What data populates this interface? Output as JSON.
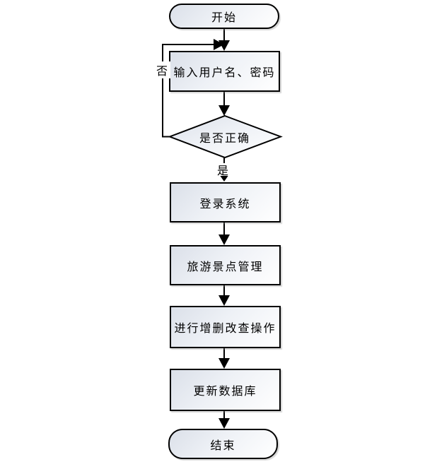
{
  "flowchart": {
    "nodes": {
      "start": {
        "label": "开始",
        "type": "terminator"
      },
      "input_credentials": {
        "label": "输入用户名、密码",
        "type": "process"
      },
      "check_correct": {
        "label": "是否正确",
        "type": "decision"
      },
      "login_system": {
        "label": "登录系统",
        "type": "process"
      },
      "attraction_management": {
        "label": "旅游景点管理",
        "type": "process"
      },
      "crud_operations": {
        "label": "进行增删改查操作",
        "type": "process"
      },
      "update_database": {
        "label": "更新数据库",
        "type": "process"
      },
      "end": {
        "label": "结束",
        "type": "terminator"
      }
    },
    "edge_labels": {
      "yes": "是",
      "no": "否"
    },
    "edges": [
      {
        "from": "start",
        "to": "input_credentials",
        "label": ""
      },
      {
        "from": "input_credentials",
        "to": "check_correct",
        "label": ""
      },
      {
        "from": "check_correct",
        "to": "input_credentials",
        "label": "否"
      },
      {
        "from": "check_correct",
        "to": "login_system",
        "label": "是"
      },
      {
        "from": "login_system",
        "to": "attraction_management",
        "label": ""
      },
      {
        "from": "attraction_management",
        "to": "crud_operations",
        "label": ""
      },
      {
        "from": "crud_operations",
        "to": "update_database",
        "label": ""
      },
      {
        "from": "update_database",
        "to": "end",
        "label": ""
      }
    ],
    "colors": {
      "stroke": "#000000",
      "text": "#000000",
      "shape_fill_dark": "#dbe0e9",
      "shape_fill_light": "#ffffff",
      "background": "#ffffff"
    }
  }
}
